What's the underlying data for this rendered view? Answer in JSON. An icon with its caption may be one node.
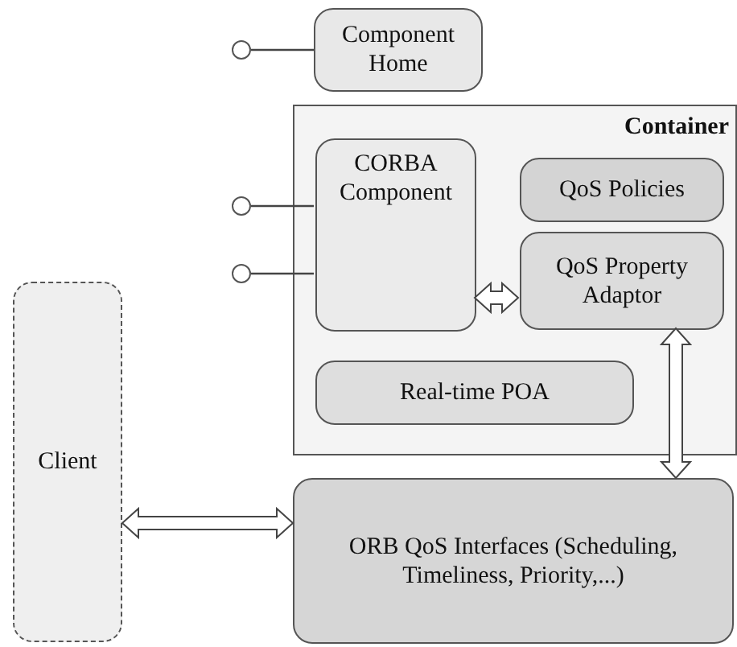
{
  "diagram": {
    "nodes": [
      {
        "text": [
          "Component Home"
        ]
      },
      {
        "text": [
          "Container"
        ]
      },
      {
        "text": [
          "CORBA Component"
        ],
        "in": 1
      },
      {
        "text": [
          "QoS Policies"
        ],
        "in": 1
      },
      {
        "text": [
          "QoS Property Adaptor"
        ],
        "in": 1
      },
      {
        "text": [
          "Real-time POA"
        ],
        "in": 1
      },
      {
        "text": [
          "Client"
        ]
      },
      {
        "text": [
          "ORB QoS Interfaces (Scheduling, Timeliness, Priority,...)"
        ]
      },
      {
        "text": [],
        "shape": "circle"
      },
      {
        "text": [],
        "shape": "circle"
      },
      {
        "text": [],
        "shape": "circle"
      }
    ],
    "edges": [
      {
        "from": 8,
        "to": 0,
        "arrow": "none"
      },
      {
        "from": 9,
        "to": 2,
        "arrow": "none"
      },
      {
        "from": 10,
        "to": 2,
        "arrow": "none"
      },
      {
        "from": 2,
        "to": 4,
        "arrow": "both",
        "style": "thick"
      },
      {
        "from": 4,
        "to": 7,
        "arrow": "both",
        "style": "thick"
      },
      {
        "from": 6,
        "to": 7,
        "arrow": "both",
        "style": "thick"
      }
    ]
  }
}
